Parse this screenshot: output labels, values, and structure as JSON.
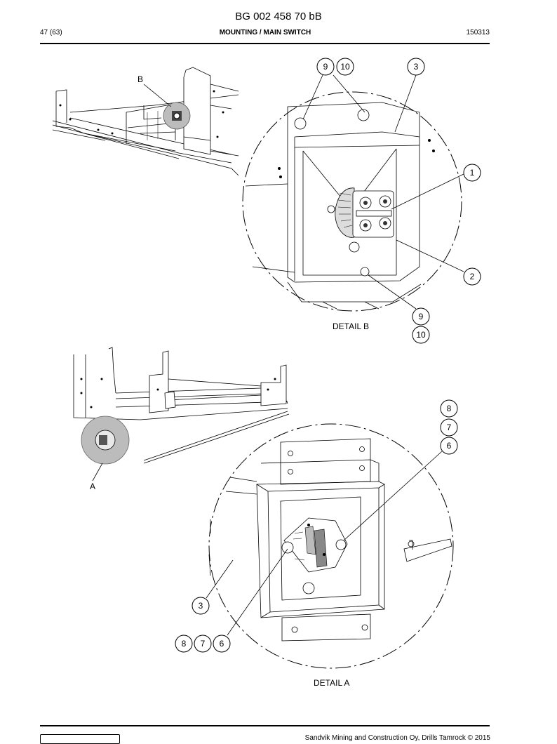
{
  "header": {
    "doc_number": "BG 002 458 70 bB",
    "page": "47 (63)",
    "section": "MOUNTING / MAIN SWITCH",
    "date_code": "150313"
  },
  "views": {
    "view_b_marker": "B",
    "view_a_marker": "A",
    "detail_b_label": "DETAIL B",
    "detail_a_label": "DETAIL A"
  },
  "callouts": {
    "b_9_top": "9",
    "b_10_top": "10",
    "b_3": "3",
    "b_1": "1",
    "b_2": "2",
    "b_9_bottom": "9",
    "b_10_bottom": "10",
    "a_8_right": "8",
    "a_7_right": "7",
    "a_6_right": "6",
    "a_3": "3",
    "a_8_left": "8",
    "a_7_left": "7",
    "a_6_left": "6"
  },
  "footer": {
    "copyright": "Sandvik Mining and Construction Oy, Drills Tamrock © 2015"
  }
}
